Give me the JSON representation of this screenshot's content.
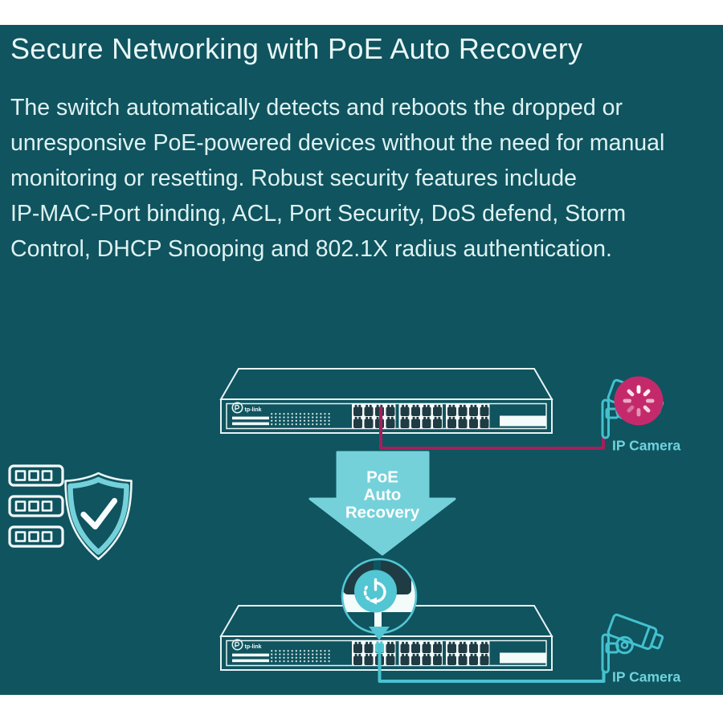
{
  "header": {
    "title": "Secure Networking with PoE Auto Recovery",
    "description_lines": [
      "The switch automatically detects and reboots the dropped or",
      "unresponsive PoE-powered devices without the need for manual",
      "monitoring or resetting. Robust security features include",
      "IP-MAC-Port binding, ACL, Port Security, DoS defend, Storm",
      "Control, DHCP Snooping and 802.1X radius authentication."
    ]
  },
  "diagram": {
    "arrow_label_lines": [
      "PoE",
      "Auto",
      "Recovery"
    ],
    "switch_brand": "tp-link",
    "switch_ports": 24,
    "top_camera_label": "IP Camera",
    "top_camera_status": "unresponsive-loading",
    "bottom_camera_label": "IP Camera",
    "bottom_camera_status": "recovered-online"
  },
  "colors": {
    "background_teal": "#0F545F",
    "frame_white": "#FFFFFF",
    "outline_light": "#E8F3F4",
    "panel_white": "#F4FBFB",
    "port_dark": "#1F3C44",
    "accent_cyan": "#43C1CF",
    "accent_light_teal": "#74D1DA",
    "magnifier_teal": "#52C6D2",
    "alert_magenta": "#C42A6B",
    "cable_magenta": "#A81D5B",
    "cable_teal": "#49C3D0",
    "label_teal": "#6FD3DD",
    "heading_text": "#EAF7F7",
    "body_text": "#DFF2F2"
  }
}
